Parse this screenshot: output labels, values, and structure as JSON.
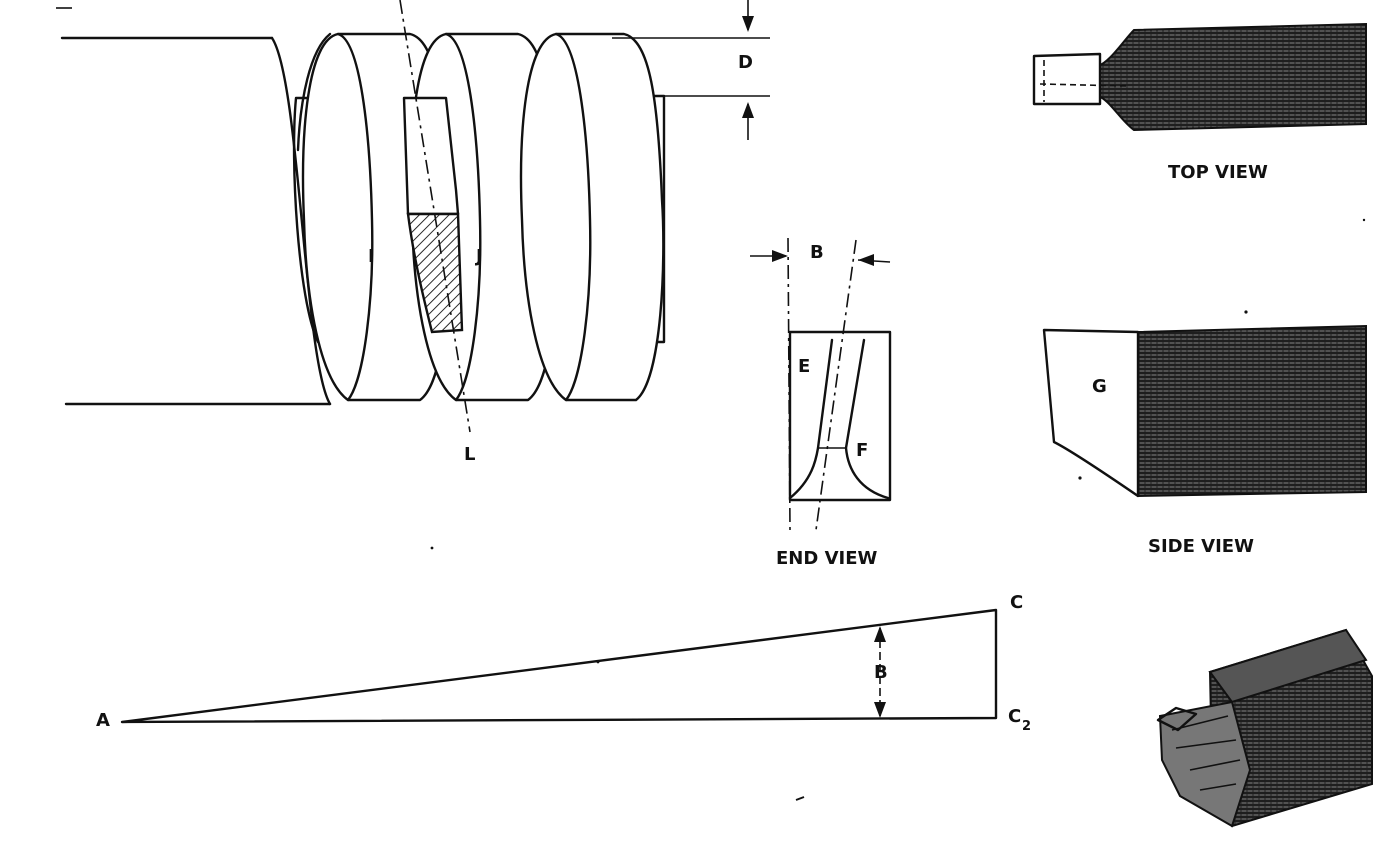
{
  "labels": {
    "d": "D",
    "i": "I",
    "j": "J",
    "l": "L",
    "b_end": "B",
    "e": "E",
    "f": "F",
    "end_view": "END VIEW",
    "top_view": "TOP VIEW",
    "g": "G",
    "side_view": "SIDE VIEW",
    "c": "C",
    "b_tri": "B",
    "a": "A",
    "c2_letter": "C",
    "c2_sub": "2"
  },
  "colors": {
    "ink": "#111111",
    "paper": "#ffffff",
    "shade": "#2a2a2a"
  }
}
